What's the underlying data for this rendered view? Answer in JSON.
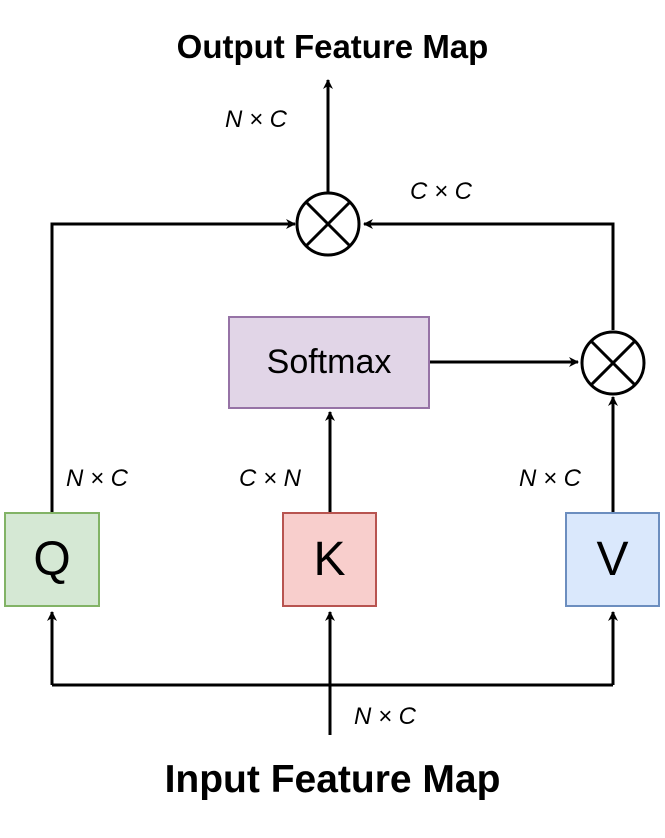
{
  "titles": {
    "output": "Output Feature Map",
    "input": "Input Feature Map"
  },
  "nodes": {
    "q": "Q",
    "k": "K",
    "v": "V",
    "softmax": "Softmax"
  },
  "dimensions": {
    "output_dim": "N × C",
    "attention_dim": "C × C",
    "q_dim": "N × C",
    "k_dim": "C × N",
    "v_dim": "N × C",
    "input_dim": "N × C"
  },
  "operators": {
    "multiply_symbol": "⊗"
  },
  "colors": {
    "q_fill": "#d5e8d4",
    "q_stroke": "#82b366",
    "k_fill": "#f8cecc",
    "k_stroke": "#b85450",
    "v_fill": "#dae8fc",
    "v_stroke": "#6c8ebf",
    "softmax_fill": "#e1d5e7",
    "softmax_stroke": "#9673a6"
  }
}
